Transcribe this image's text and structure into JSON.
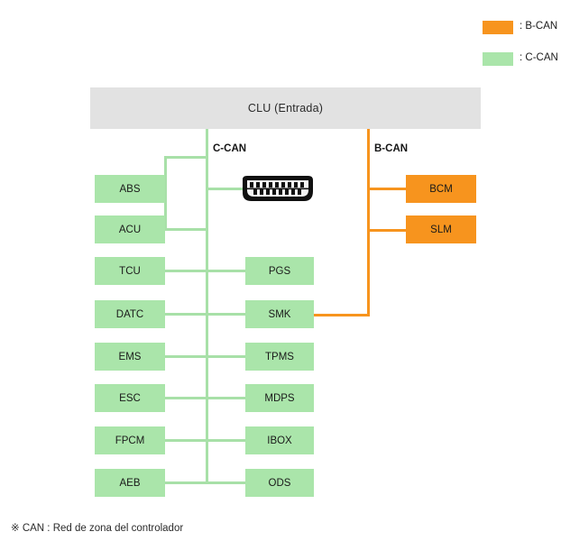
{
  "legend": {
    "items": [
      {
        "label": ": B-CAN",
        "color": "#f7941e",
        "swatch_name": "b-can"
      },
      {
        "label": ": C-CAN",
        "color": "#aae5aa",
        "swatch_name": "c-can"
      }
    ]
  },
  "header": {
    "title": "CLU (Entrada)",
    "background": "#e2e2e2"
  },
  "buses": {
    "ccan": {
      "label": "C-CAN",
      "color": "#a8e0a8"
    },
    "bcan": {
      "label": "B-CAN",
      "color": "#f7941e"
    }
  },
  "nodes": {
    "left_column": [
      {
        "label": "ABS"
      },
      {
        "label": "ACU"
      },
      {
        "label": "TCU"
      },
      {
        "label": "DATC"
      },
      {
        "label": "EMS"
      },
      {
        "label": "ESC"
      },
      {
        "label": "FPCM"
      },
      {
        "label": "AEB"
      }
    ],
    "middle_column": [
      {
        "label": "PGS"
      },
      {
        "label": "SMK"
      },
      {
        "label": "TPMS"
      },
      {
        "label": "MDPS"
      },
      {
        "label": "IBOX"
      },
      {
        "label": "ODS"
      }
    ],
    "right_column": [
      {
        "label": "BCM"
      },
      {
        "label": "SLM"
      }
    ]
  },
  "connector": {
    "name": "obd-diagnostic-connector",
    "top_pins": 9,
    "bottom_pins": 8
  },
  "footnote": {
    "text": "※ CAN : Red de zona del controlador"
  }
}
